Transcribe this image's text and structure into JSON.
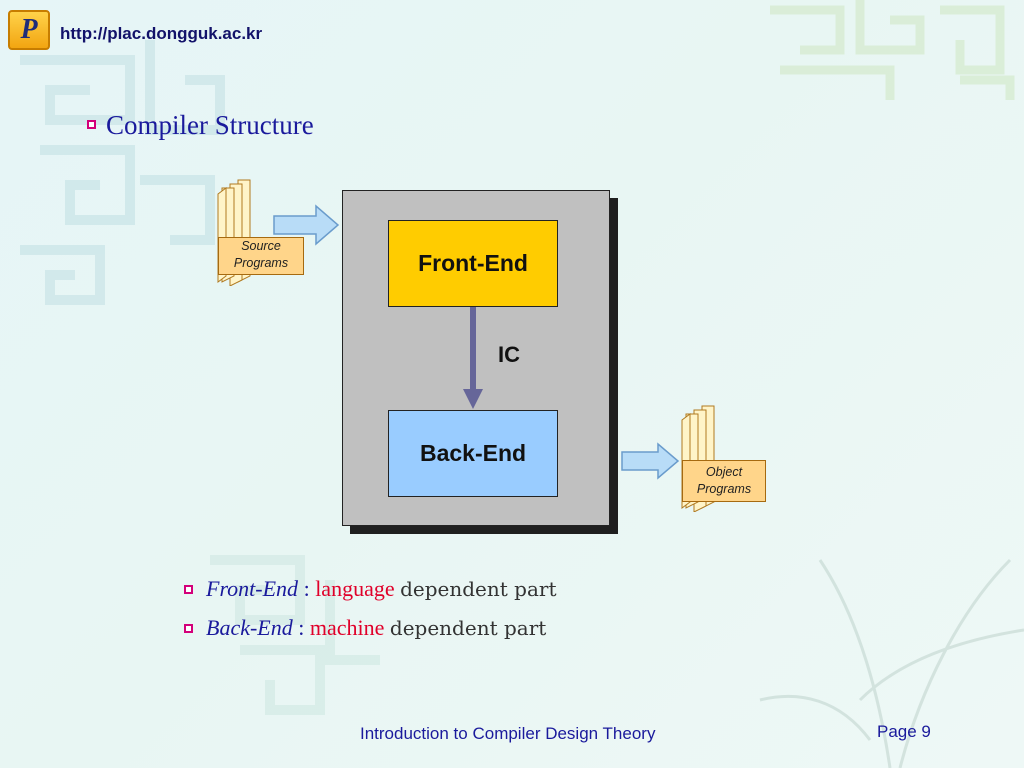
{
  "header": {
    "url": "http://plac.dongguk.ac.kr"
  },
  "slide": {
    "title": "Compiler Structure",
    "diagram": {
      "source_label_line1": "Source",
      "source_label_line2": "Programs",
      "front_end": "Front-End",
      "intermediate": "IC",
      "back_end": "Back-End",
      "object_label_line1": "Object",
      "object_label_line2": "Programs"
    },
    "bullets": [
      {
        "term": "Front-End",
        "colon": ":",
        "keyword": "language",
        "rest": "dependent part"
      },
      {
        "term": "Back-End",
        "colon": ":",
        "keyword": "machine",
        "rest": "dependent part"
      }
    ]
  },
  "footer": {
    "course": "Introduction to Compiler Design Theory",
    "page": "Page 9"
  },
  "colors": {
    "title": "#1a1a9c",
    "front_end_fill": "#ffcc00",
    "back_end_fill": "#99ccff",
    "keyword": "#e0002a",
    "bullet_border": "#d3007a",
    "arrow_fill": "#b8dcf7"
  },
  "icons": [
    "plac-logo-icon",
    "document-stack-icon",
    "right-arrow-icon",
    "down-arrow-icon",
    "square-bullet-icon"
  ]
}
